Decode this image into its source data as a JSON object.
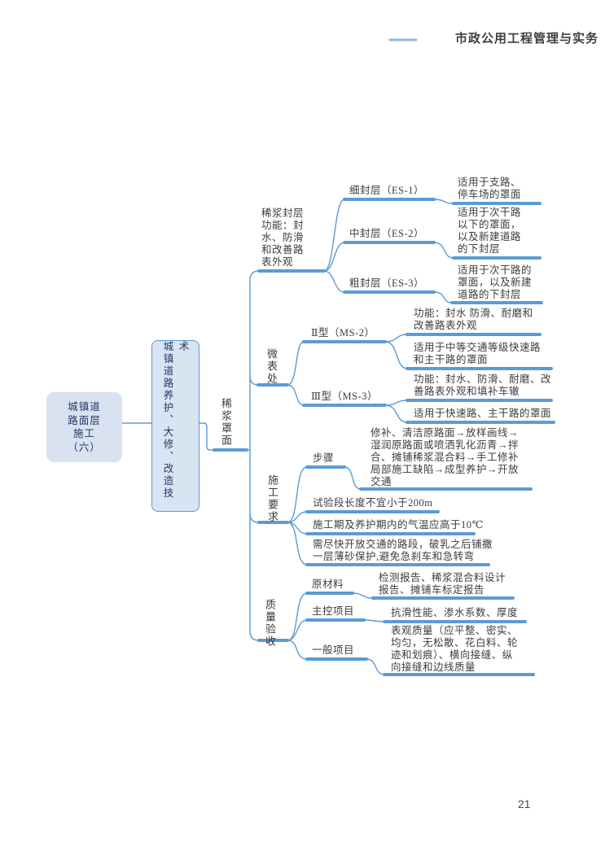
{
  "header": {
    "title": "市政公用工程管理与实务"
  },
  "page": {
    "number": "21"
  },
  "colors": {
    "line_blue": "#5B9BD5",
    "header_rule_blue": "#8FB9DE",
    "node_fill": "#D9E2F0",
    "node_border": "#5B9BD5",
    "node_text": "#1F3864",
    "map_text": "#3C3C3C"
  },
  "map": {
    "root": {
      "label": "城镇道\n路面层\n施工\n（六）"
    },
    "level2": {
      "label": "城镇道路养护、大修、改造技术"
    },
    "level3": {
      "label": "稀浆罩面"
    },
    "branch1": {
      "label": "稀浆封层\n功能：封\n水、防滑\n和改善路\n表外观",
      "child1": {
        "label": "细封层（ES-1）",
        "leaf": "适用于支路、\n停车场的罩面"
      },
      "child2": {
        "label": "中封层（ES-2）",
        "leaf": "适用于次干路\n以下的罩面，\n以及新建道路\n的下封层"
      },
      "child3": {
        "label": "粗封层（ES-3）",
        "leaf": "适用于次干路的\n罩面，以及新建\n道路的下封层"
      }
    },
    "branch2": {
      "label": "微表处",
      "child1": {
        "label": "Ⅱ型（MS-2）",
        "leaf1": "功能：封水 防滑、耐磨和\n改善路表外观",
        "leaf2": "适用于中等交通等级快速路\n和主干路的罩面"
      },
      "child2": {
        "label": "Ⅲ型（MS-3）",
        "leaf1": "功能：封水、防滑、耐磨、改\n善路表外观和填补车辙",
        "leaf2": "适用于快速路、主干路的罩面"
      }
    },
    "branch3": {
      "label": "施工要求",
      "child1": {
        "label": "步骤",
        "leaf": "修补、清洁原路面→放样画线→\n湿润原路面或喷洒乳化沥青→拌\n合、摊铺稀浆混合料→手工修补\n局部施工缺陷→成型养护→开放\n交通"
      },
      "child2": {
        "label": "试验段长度不宜小于200m"
      },
      "child3": {
        "label": "施工期及养护期内的气温应高于10℃"
      },
      "child4": {
        "label": "需尽快开放交通的路段，破乳之后铺撒\n一层薄砂保护,避免急刹车和急转弯"
      }
    },
    "branch4": {
      "label": "质量验收",
      "child1": {
        "label": "原材料",
        "leaf": "检测报告、稀浆混合料设计\n报告、摊铺车标定报告"
      },
      "child2": {
        "label": "主控项目",
        "leaf": "抗滑性能、渗水系数、厚度"
      },
      "child3": {
        "label": "一般项目",
        "leaf": "表观质量（应平整、密实、\n均匀，无松散、花白料、轮\n迹和划痕）、横向接缝、纵\n向接缝和边线质量"
      }
    }
  }
}
